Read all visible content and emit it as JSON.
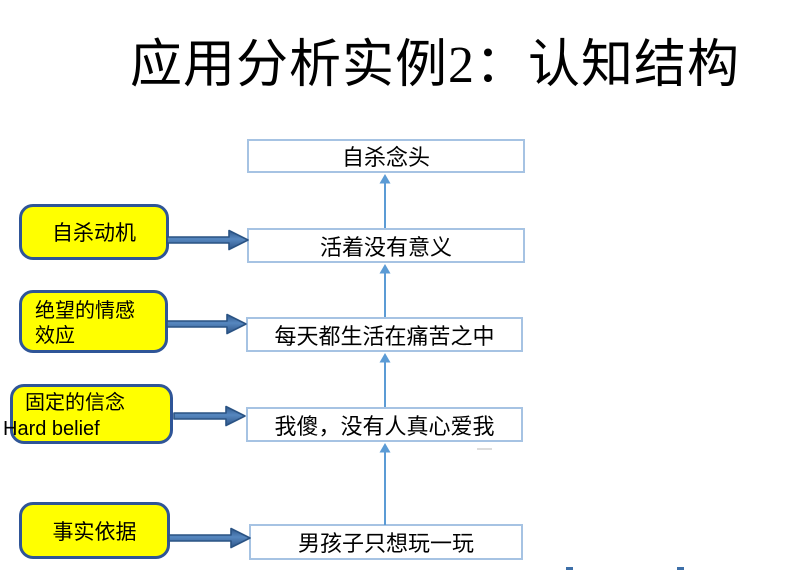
{
  "slide": {
    "title": "应用分析实例2：认知结构",
    "background": "#FFFFFF"
  },
  "flowchart": {
    "nodes": [
      {
        "label": "自杀念头"
      },
      {
        "label": "活着没有意义"
      },
      {
        "label": "每天都生活在痛苦之中"
      },
      {
        "label": "我傻，没有人真心爱我"
      },
      {
        "label": "男孩子只想玩一玩"
      }
    ],
    "edges": [
      {
        "from": "活着没有意义",
        "to": "自杀念头",
        "direction": "up"
      },
      {
        "from": "每天都生活在痛苦之中",
        "to": "活着没有意义",
        "direction": "up"
      },
      {
        "from": "我傻，没有人真心爱我",
        "to": "每天都生活在痛苦之中",
        "direction": "up"
      },
      {
        "from": "男孩子只想玩一玩",
        "to": "我傻，没有人真心爱我",
        "direction": "up"
      }
    ]
  },
  "callouts": [
    {
      "lines": [
        "自杀动机"
      ],
      "points_to": "活着没有意义"
    },
    {
      "lines": [
        "绝望的情感",
        "效应"
      ],
      "points_to": "每天都生活在痛苦之中"
    },
    {
      "lines": [
        "固定的信念",
        "Hard belief"
      ],
      "points_to": "我傻，没有人真心爱我"
    },
    {
      "lines": [
        "事实依据"
      ],
      "points_to": "男孩子只想玩一玩"
    }
  ],
  "colors": {
    "callout_fill": "#FFFF00",
    "callout_border": "#2F5597",
    "node_border": "#A6C3E3",
    "connector_blue": "#5B9BD5",
    "block_arrow_fill": "#3E6DA6",
    "block_arrow_border": "#2A5384",
    "title_color": "#000000"
  }
}
